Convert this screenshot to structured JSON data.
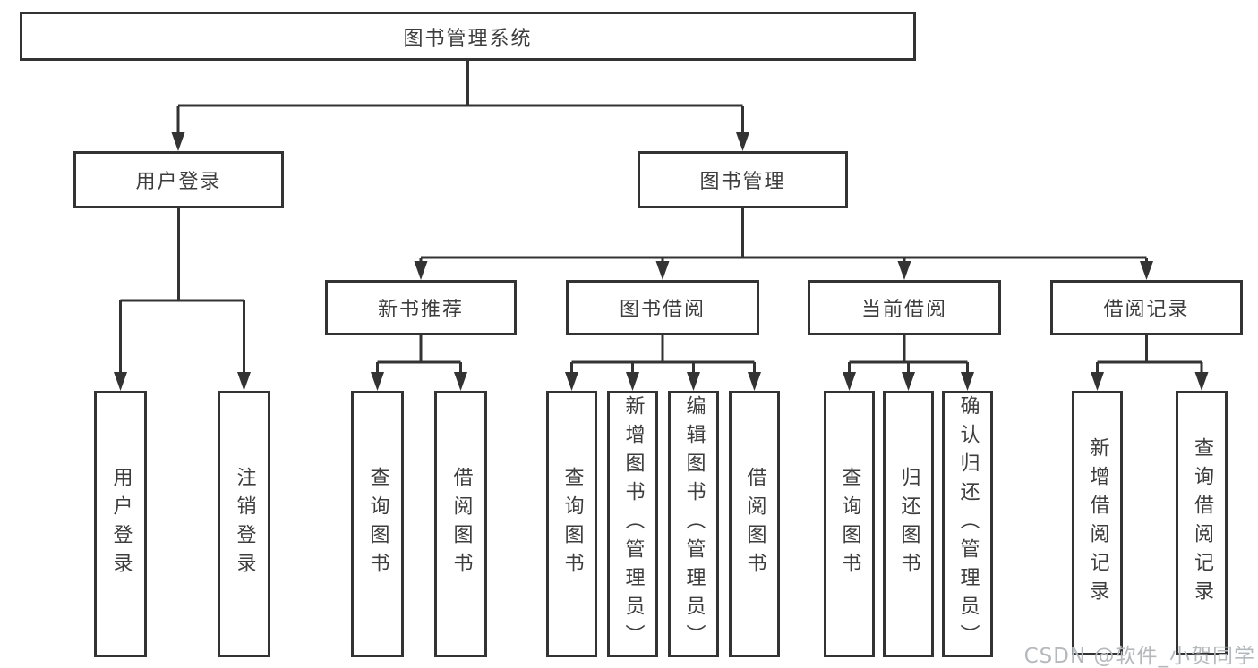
{
  "diagram_title": "图书管理系统",
  "nodes": {
    "root": "图书管理系统",
    "user_login": "用户登录",
    "book_mgmt": "图书管理",
    "new_book_rec": "新书推荐",
    "book_borrow": "图书借阅",
    "current_borrow": "当前借阅",
    "borrow_record": "借阅记录",
    "leaf_user_login": "用户登录",
    "leaf_logout": "注销登录",
    "leaf_query_book_newrec": "查询图书",
    "leaf_borrow_book_newrec": "借阅图书",
    "leaf_query_book_borrow": "查询图书",
    "leaf_add_book_admin": "新增图书（管理员）",
    "leaf_edit_book_admin": "编辑图书（管理员）",
    "leaf_borrow_book_borrow": "借阅图书",
    "leaf_query_book_current": "查询图书",
    "leaf_return_book": "归还图书",
    "leaf_confirm_return_admin": "确认归还（管理员）",
    "leaf_add_borrow_record": "新增借阅记录",
    "leaf_query_borrow_record": "查询借阅记录"
  },
  "tree": {
    "label": "图书管理系统",
    "children": [
      {
        "label": "用户登录",
        "children": [
          {
            "label": "用户登录"
          },
          {
            "label": "注销登录"
          }
        ]
      },
      {
        "label": "图书管理",
        "children": [
          {
            "label": "新书推荐",
            "children": [
              {
                "label": "查询图书"
              },
              {
                "label": "借阅图书"
              }
            ]
          },
          {
            "label": "图书借阅",
            "children": [
              {
                "label": "查询图书"
              },
              {
                "label": "新增图书（管理员）"
              },
              {
                "label": "编辑图书（管理员）"
              },
              {
                "label": "借阅图书"
              }
            ]
          },
          {
            "label": "当前借阅",
            "children": [
              {
                "label": "查询图书"
              },
              {
                "label": "归还图书"
              },
              {
                "label": "确认归还（管理员）"
              }
            ]
          },
          {
            "label": "借阅记录",
            "children": [
              {
                "label": "新增借阅记录"
              },
              {
                "label": "查询借阅记录"
              }
            ]
          }
        ]
      }
    ]
  },
  "watermark": "CSDN @软件_小贺同学",
  "colors": {
    "line": "#333333",
    "box_border": "#333333",
    "text": "#3d3d3d",
    "watermark": "#b4b9be",
    "background": "#ffffff"
  }
}
